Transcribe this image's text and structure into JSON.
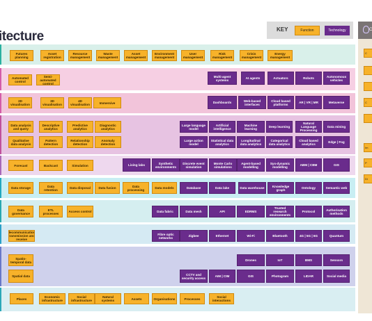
{
  "title": "itecture",
  "key": {
    "label": "KEY",
    "function": "Function",
    "technology": "Technology"
  },
  "right_panel": {
    "heading_fragment": "C",
    "items": [
      "C",
      "",
      "",
      "C",
      "",
      "Im",
      "P",
      "Di"
    ]
  },
  "colors": {
    "function": "#f7b22a",
    "technology": "#6a2c8c",
    "bands": [
      "#d9f0ea",
      "#f6cfe3",
      "#f2c4da",
      "#e7c3e2",
      "#eed8ee",
      "#c8eef3",
      "#d5eef0",
      "#d5eaf3",
      "#cfd1ec",
      "#d9eef2"
    ]
  },
  "rows": [
    {
      "band": 0,
      "tiles": [
        {
          "t": "Futures planning",
          "k": "fn"
        },
        {
          "t": "Asset registration",
          "k": "fn"
        },
        {
          "t": "Resource management",
          "k": "fn"
        },
        {
          "t": "Waste management",
          "k": "fn"
        },
        {
          "t": "Asset management",
          "k": "fn"
        },
        {
          "t": "Environment management",
          "k": "fn"
        },
        {
          "t": "User management",
          "k": "fn"
        },
        {
          "t": "Risk management",
          "k": "fn"
        },
        {
          "t": "Crisis management",
          "k": "fn"
        },
        {
          "t": "Energy management",
          "k": "fn"
        }
      ]
    },
    {
      "band": 1,
      "tiles": [
        {
          "t": "Automated control",
          "k": "fn"
        },
        {
          "t": "Semi-automated control",
          "k": "fn"
        },
        {
          "t": "Multi-agent systems",
          "k": "tech"
        },
        {
          "t": "AI agents",
          "k": "tech"
        },
        {
          "t": "Actuators",
          "k": "tech"
        },
        {
          "t": "Robots",
          "k": "tech"
        },
        {
          "t": "Autonomous vehicles",
          "k": "tech"
        }
      ]
    },
    {
      "band": 2,
      "tiles": [
        {
          "t": "2D visualisation",
          "k": "fn"
        },
        {
          "t": "3D visualisation",
          "k": "fn"
        },
        {
          "t": "4D visualisation",
          "k": "fn"
        },
        {
          "t": "Immersive",
          "k": "fn"
        },
        {
          "t": "Dashboards",
          "k": "tech"
        },
        {
          "t": "Web-based interfaces",
          "k": "tech"
        },
        {
          "t": "Cloud based platforms",
          "k": "tech"
        },
        {
          "t": "AR | VR | MR",
          "k": "tech"
        },
        {
          "t": "Metaverse",
          "k": "tech"
        }
      ]
    },
    {
      "band": 3,
      "tiles": [
        {
          "t": "Data analysis and query",
          "k": "fn"
        },
        {
          "t": "Descriptive analytics",
          "k": "fn"
        },
        {
          "t": "Predictive analytics",
          "k": "fn"
        },
        {
          "t": "Diagnostic analytics",
          "k": "fn"
        },
        {
          "t": "Large language model",
          "k": "tech"
        },
        {
          "t": "Artificial intelligence",
          "k": "tech"
        },
        {
          "t": "Machine learning",
          "k": "tech"
        },
        {
          "t": "Deep learning",
          "k": "tech"
        },
        {
          "t": "Natural Language Processing",
          "k": "tech"
        },
        {
          "t": "Data mining",
          "k": "tech"
        },
        {
          "t": "Qualitative data analysis",
          "k": "fn"
        },
        {
          "t": "Pattern detection",
          "k": "fn"
        },
        {
          "t": "Relationship detection",
          "k": "fn"
        },
        {
          "t": "Anomaly detection",
          "k": "fn"
        },
        {
          "t": "Large action model",
          "k": "tech"
        },
        {
          "t": "Statistical data analytics",
          "k": "tech"
        },
        {
          "t": "Longitudinal data analytics",
          "k": "tech"
        },
        {
          "t": "Categorical data analytics",
          "k": "tech"
        },
        {
          "t": "Cloud based analytics",
          "k": "tech"
        },
        {
          "t": "Edge | Fog",
          "k": "tech"
        }
      ]
    },
    {
      "band": 4,
      "tiles": [
        {
          "t": "Forecast",
          "k": "fn"
        },
        {
          "t": "Backcast",
          "k": "fn"
        },
        {
          "t": "Simulation",
          "k": "fn"
        },
        {
          "t": "Living labs",
          "k": "tech"
        },
        {
          "t": "Synthetic environments",
          "k": "tech"
        },
        {
          "t": "Discrete event simulation",
          "k": "tech"
        },
        {
          "t": "Monte Carlo simulations",
          "k": "tech"
        },
        {
          "t": "Agent-based modelling",
          "k": "tech"
        },
        {
          "t": "Sys-dynamic modelling",
          "k": "tech"
        },
        {
          "t": "ABM | CBM",
          "k": "tech"
        },
        {
          "t": "GIS",
          "k": "tech"
        }
      ]
    },
    {
      "band": 5,
      "tiles": [
        {
          "t": "Data storage",
          "k": "fn"
        },
        {
          "t": "Data retention",
          "k": "fn"
        },
        {
          "t": "Data disposal",
          "k": "fn"
        },
        {
          "t": "Data fusion",
          "k": "fn"
        },
        {
          "t": "Data processing",
          "k": "fn"
        },
        {
          "t": "Data models",
          "k": "fn"
        },
        {
          "t": "Database",
          "k": "tech"
        },
        {
          "t": "Data lake",
          "k": "tech"
        },
        {
          "t": "Data warehouse",
          "k": "tech"
        },
        {
          "t": "Knowledge graph",
          "k": "tech"
        },
        {
          "t": "Ontology",
          "k": "tech"
        },
        {
          "t": "Semantic web",
          "k": "tech"
        }
      ]
    },
    {
      "band": 6,
      "tiles": [
        {
          "t": "Data governance",
          "k": "fn"
        },
        {
          "t": "ETL processes",
          "k": "fn"
        },
        {
          "t": "Access control",
          "k": "fn"
        },
        {
          "t": "Data fabric",
          "k": "tech"
        },
        {
          "t": "Data mesh",
          "k": "tech"
        },
        {
          "t": "API",
          "k": "tech"
        },
        {
          "t": "EDRMS",
          "k": "tech"
        },
        {
          "t": "Trusted research environments",
          "k": "tech"
        },
        {
          "t": "Protocol",
          "k": "tech"
        },
        {
          "t": "Authorisation methods",
          "k": "tech"
        }
      ]
    },
    {
      "band": 7,
      "tiles": [
        {
          "t": "Telecommunications, transmission and receive",
          "k": "fn"
        },
        {
          "t": "Fibre optic networks",
          "k": "tech"
        },
        {
          "t": "Zigbee",
          "k": "tech"
        },
        {
          "t": "Ethernet",
          "k": "tech"
        },
        {
          "t": "Wi-Fi",
          "k": "tech"
        },
        {
          "t": "Bluetooth",
          "k": "tech"
        },
        {
          "t": "4G | 5G | 6G",
          "k": "tech"
        },
        {
          "t": "Quantum",
          "k": "tech"
        }
      ]
    },
    {
      "band": 8,
      "tiles": [
        {
          "t": "Spatio-temporal data",
          "k": "fn"
        },
        {
          "t": "Drones",
          "k": "tech"
        },
        {
          "t": "IoT",
          "k": "tech"
        },
        {
          "t": "BMS",
          "k": "tech"
        },
        {
          "t": "Sensors",
          "k": "tech"
        },
        {
          "t": "Spatial data",
          "k": "fn"
        },
        {
          "t": "CCTV and security access",
          "k": "tech"
        },
        {
          "t": "AIM | CIM",
          "k": "tech"
        },
        {
          "t": "GIS",
          "k": "tech"
        },
        {
          "t": "Photogram",
          "k": "tech"
        },
        {
          "t": "LIDAR",
          "k": "tech"
        },
        {
          "t": "Social media",
          "k": "tech"
        }
      ]
    },
    {
      "band": 9,
      "tiles": [
        {
          "t": "Places",
          "k": "fn"
        },
        {
          "t": "Economic infrastructure",
          "k": "fn"
        },
        {
          "t": "Social infrastructure",
          "k": "fn"
        },
        {
          "t": "Natural systems",
          "k": "fn"
        },
        {
          "t": "Assets",
          "k": "fn"
        },
        {
          "t": "Organisations",
          "k": "fn"
        },
        {
          "t": "Processes",
          "k": "fn"
        },
        {
          "t": "Social interactions",
          "k": "fn"
        }
      ]
    }
  ]
}
